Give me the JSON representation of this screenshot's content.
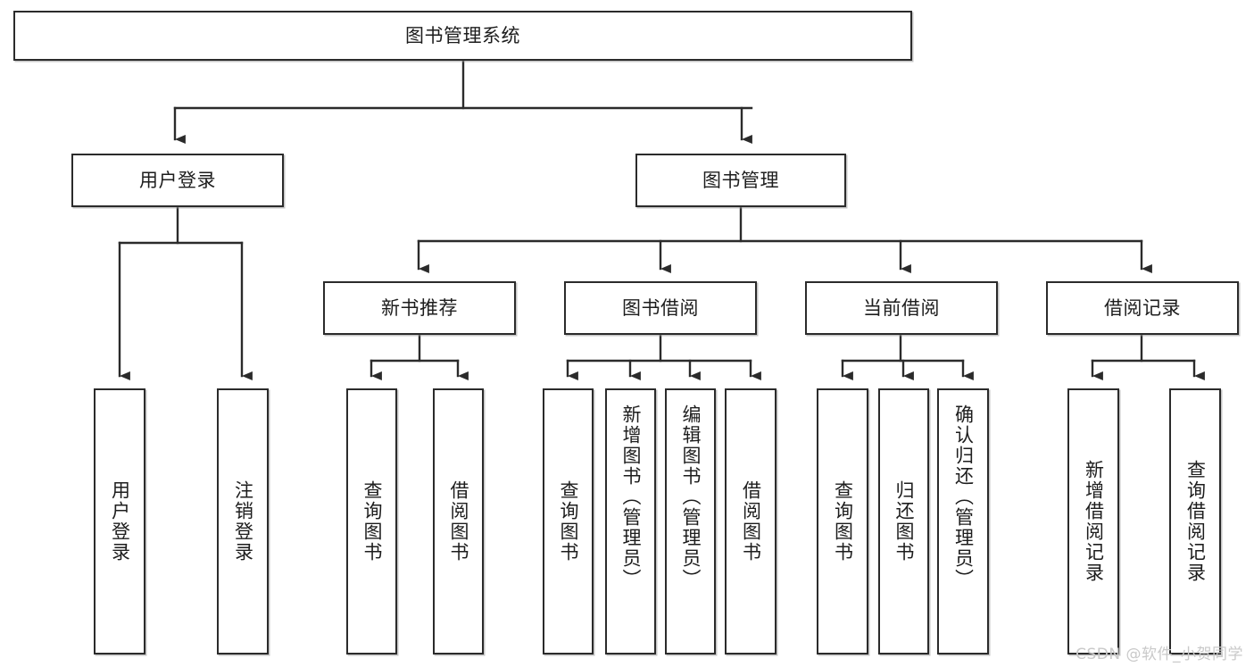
{
  "diagram": {
    "type": "tree",
    "title_node": {
      "id": "root",
      "label": "图书管理系统"
    },
    "watermark": "CSDN @软件_小贺同学",
    "level1": [
      {
        "id": "user-login",
        "label": "用户登录"
      },
      {
        "id": "book-manage",
        "label": "图书管理"
      }
    ],
    "level2": [
      {
        "id": "new-book-rec",
        "label": "新书推荐",
        "parent": "book-manage"
      },
      {
        "id": "book-borrow",
        "label": "图书借阅",
        "parent": "book-manage"
      },
      {
        "id": "current-borrow",
        "label": "当前借阅",
        "parent": "book-manage"
      },
      {
        "id": "borrow-record",
        "label": "借阅记录",
        "parent": "book-manage"
      }
    ],
    "leaves": {
      "user-login": [
        {
          "id": "leaf-user-login",
          "label": "用户登录"
        },
        {
          "id": "leaf-user-logout",
          "label": "注销登录"
        }
      ],
      "new-book-rec": [
        {
          "id": "leaf-query-book-1",
          "label": "查询图书"
        },
        {
          "id": "leaf-borrow-book-1",
          "label": "借阅图书"
        }
      ],
      "book-borrow": [
        {
          "id": "leaf-query-book-2",
          "label": "查询图书"
        },
        {
          "id": "leaf-add-book",
          "label": "新增图书（管理员）"
        },
        {
          "id": "leaf-edit-book",
          "label": "编辑图书（管理员）"
        },
        {
          "id": "leaf-borrow-book-2",
          "label": "借阅图书"
        }
      ],
      "current-borrow": [
        {
          "id": "leaf-query-book-3",
          "label": "查询图书"
        },
        {
          "id": "leaf-return-book",
          "label": "归还图书"
        },
        {
          "id": "leaf-confirm-return",
          "label": "确认归还（管理员）"
        }
      ],
      "borrow-record": [
        {
          "id": "leaf-add-record",
          "label": "新增借阅记录"
        },
        {
          "id": "leaf-query-record",
          "label": "查询借阅记录"
        }
      ]
    },
    "colors": {
      "border": "#2b2b2b",
      "fill": "#ffffff",
      "text": "#1d1d1d",
      "edge": "#2b2b2b",
      "watermark": "#c9c9c9"
    }
  }
}
